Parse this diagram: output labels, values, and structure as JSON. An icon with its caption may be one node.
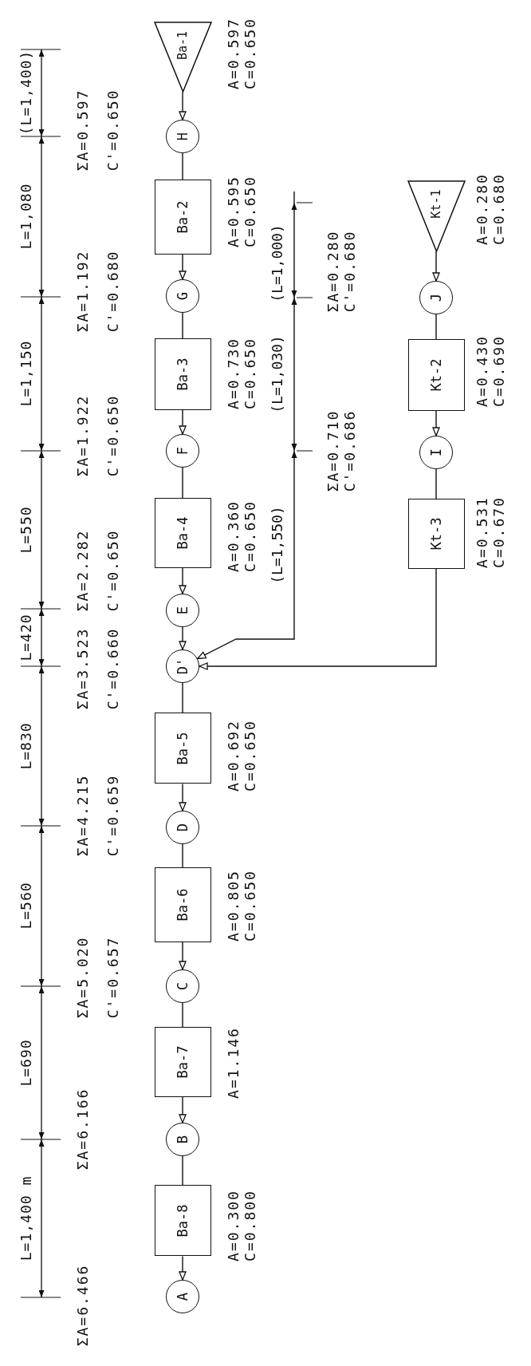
{
  "diagram": {
    "nodes": [
      {
        "text": [
          "Ba-1"
        ],
        "beside": [
          "A=0.597 C=0.650"
        ]
      },
      {
        "text": [
          "H"
        ]
      },
      {
        "text": [
          "Ba-2"
        ],
        "beside": [
          "A=0.595 C=0.650"
        ]
      },
      {
        "text": [
          "G"
        ]
      },
      {
        "text": [
          "Ba-3"
        ],
        "beside": [
          "A=0.730 C=0.650"
        ]
      },
      {
        "text": [
          "F"
        ]
      },
      {
        "text": [
          "Ba-4"
        ],
        "beside": [
          "A=0.360 C=0.650"
        ]
      },
      {
        "text": [
          "E"
        ]
      },
      {
        "text": [
          "D'"
        ]
      },
      {
        "text": [
          "Ba-5"
        ],
        "beside": [
          "A=0.692 C=0.650"
        ]
      },
      {
        "text": [
          "D"
        ]
      },
      {
        "text": [
          "Ba-6"
        ],
        "beside": [
          "A=0.805 C=0.650"
        ]
      },
      {
        "text": [
          "C"
        ]
      },
      {
        "text": [
          "Ba-7"
        ],
        "beside": [
          "A=1.146"
        ]
      },
      {
        "text": [
          "B"
        ]
      },
      {
        "text": [
          "Ba-8"
        ],
        "beside": [
          "A=0.300 C=0.800"
        ]
      },
      {
        "text": [
          "A"
        ]
      },
      {
        "text": [
          "Kt-1"
        ],
        "beside": [
          "A=0.280 C=0.680"
        ]
      },
      {
        "text": [
          "J"
        ]
      },
      {
        "text": [
          "Kt-2"
        ],
        "beside": [
          "A=0.430 C=0.690"
        ]
      },
      {
        "text": [
          "I"
        ]
      },
      {
        "text": [
          "Kt-3"
        ],
        "beside": [
          "A=0.531 C=0.670"
        ]
      }
    ],
    "edges": [
      {
        "from": 0,
        "to": 1,
        "arrow": "to"
      },
      {
        "from": 1,
        "to": 2,
        "arrow": "none"
      },
      {
        "from": 2,
        "to": 3,
        "arrow": "to"
      },
      {
        "from": 3,
        "to": 4,
        "arrow": "none"
      },
      {
        "from": 4,
        "to": 5,
        "arrow": "to"
      },
      {
        "from": 5,
        "to": 6,
        "arrow": "none"
      },
      {
        "from": 6,
        "to": 7,
        "arrow": "to"
      },
      {
        "from": 7,
        "to": 8,
        "arrow": "to"
      },
      {
        "from": 8,
        "to": 9,
        "arrow": "none"
      },
      {
        "from": 9,
        "to": 10,
        "arrow": "to"
      },
      {
        "from": 10,
        "to": 11,
        "arrow": "none"
      },
      {
        "from": 11,
        "to": 12,
        "arrow": "to"
      },
      {
        "from": 12,
        "to": 13,
        "arrow": "none"
      },
      {
        "from": 13,
        "to": 14,
        "arrow": "to"
      },
      {
        "from": 14,
        "to": 15,
        "arrow": "none"
      },
      {
        "from": 15,
        "to": 16,
        "arrow": "to"
      },
      {
        "from": 17,
        "to": 18,
        "arrow": "to"
      },
      {
        "from": 18,
        "to": 19,
        "arrow": "none"
      },
      {
        "from": 19,
        "to": 20,
        "arrow": "to"
      },
      {
        "from": 20,
        "to": 21,
        "arrow": "none"
      },
      {
        "from": 21,
        "to": 8,
        "arrow": "to"
      },
      {
        "from": null,
        "to": 8,
        "arrow": "to"
      }
    ],
    "labels": [
      "(L=1,400)",
      "L=1,080",
      "L=1,150",
      "L=550",
      "L=420",
      "L=830",
      "L=560",
      "L=690",
      "L=1,400 m",
      "ΣA=0.597 C'=0.650",
      "ΣA=1.192 C'=0.680",
      "ΣA=1.922 C'=0.650",
      "ΣA=2.282 C'=0.650",
      "ΣA=3.523 C'=0.660",
      "ΣA=4.215 C'=0.659",
      "ΣA=5.020 C'=0.657",
      "ΣA=6.166",
      "ΣA=6.466",
      "(L=1,000)",
      "(L=1,030)",
      "(L=1,550)",
      "ΣA=0.280 C'=0.680",
      "ΣA=0.710 C'=0.686"
    ]
  }
}
